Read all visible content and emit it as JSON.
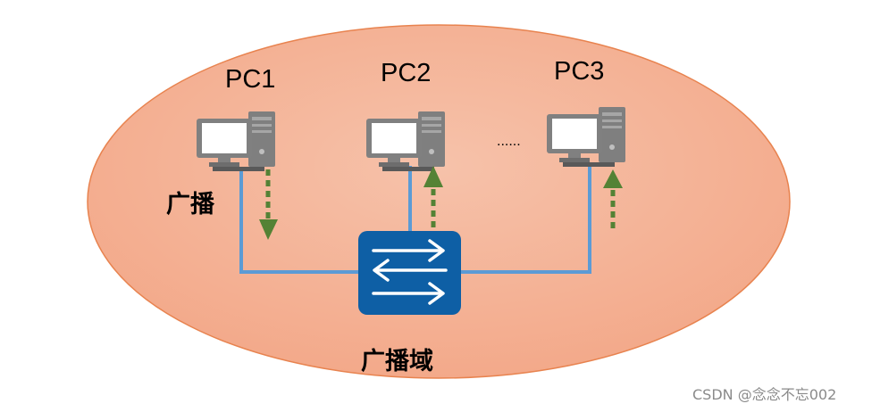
{
  "pcs": [
    {
      "label": "PC1",
      "arrow": "down"
    },
    {
      "label": "PC2",
      "arrow": "up"
    },
    {
      "label": "PC3",
      "arrow": "up"
    }
  ],
  "ellipsis": "......",
  "broadcast_label": "广播",
  "broadcast_domain_label": "广播域",
  "watermark": "CSDN @念念不忘002",
  "colors": {
    "domain_fill": "#f5b49a",
    "domain_stroke": "#e8834f",
    "link": "#5b9bd5",
    "switch": "#0e5fa5",
    "arrow": "#548235"
  },
  "icons": {
    "pc": "desktop-computer-icon",
    "switch": "switch-icon"
  }
}
